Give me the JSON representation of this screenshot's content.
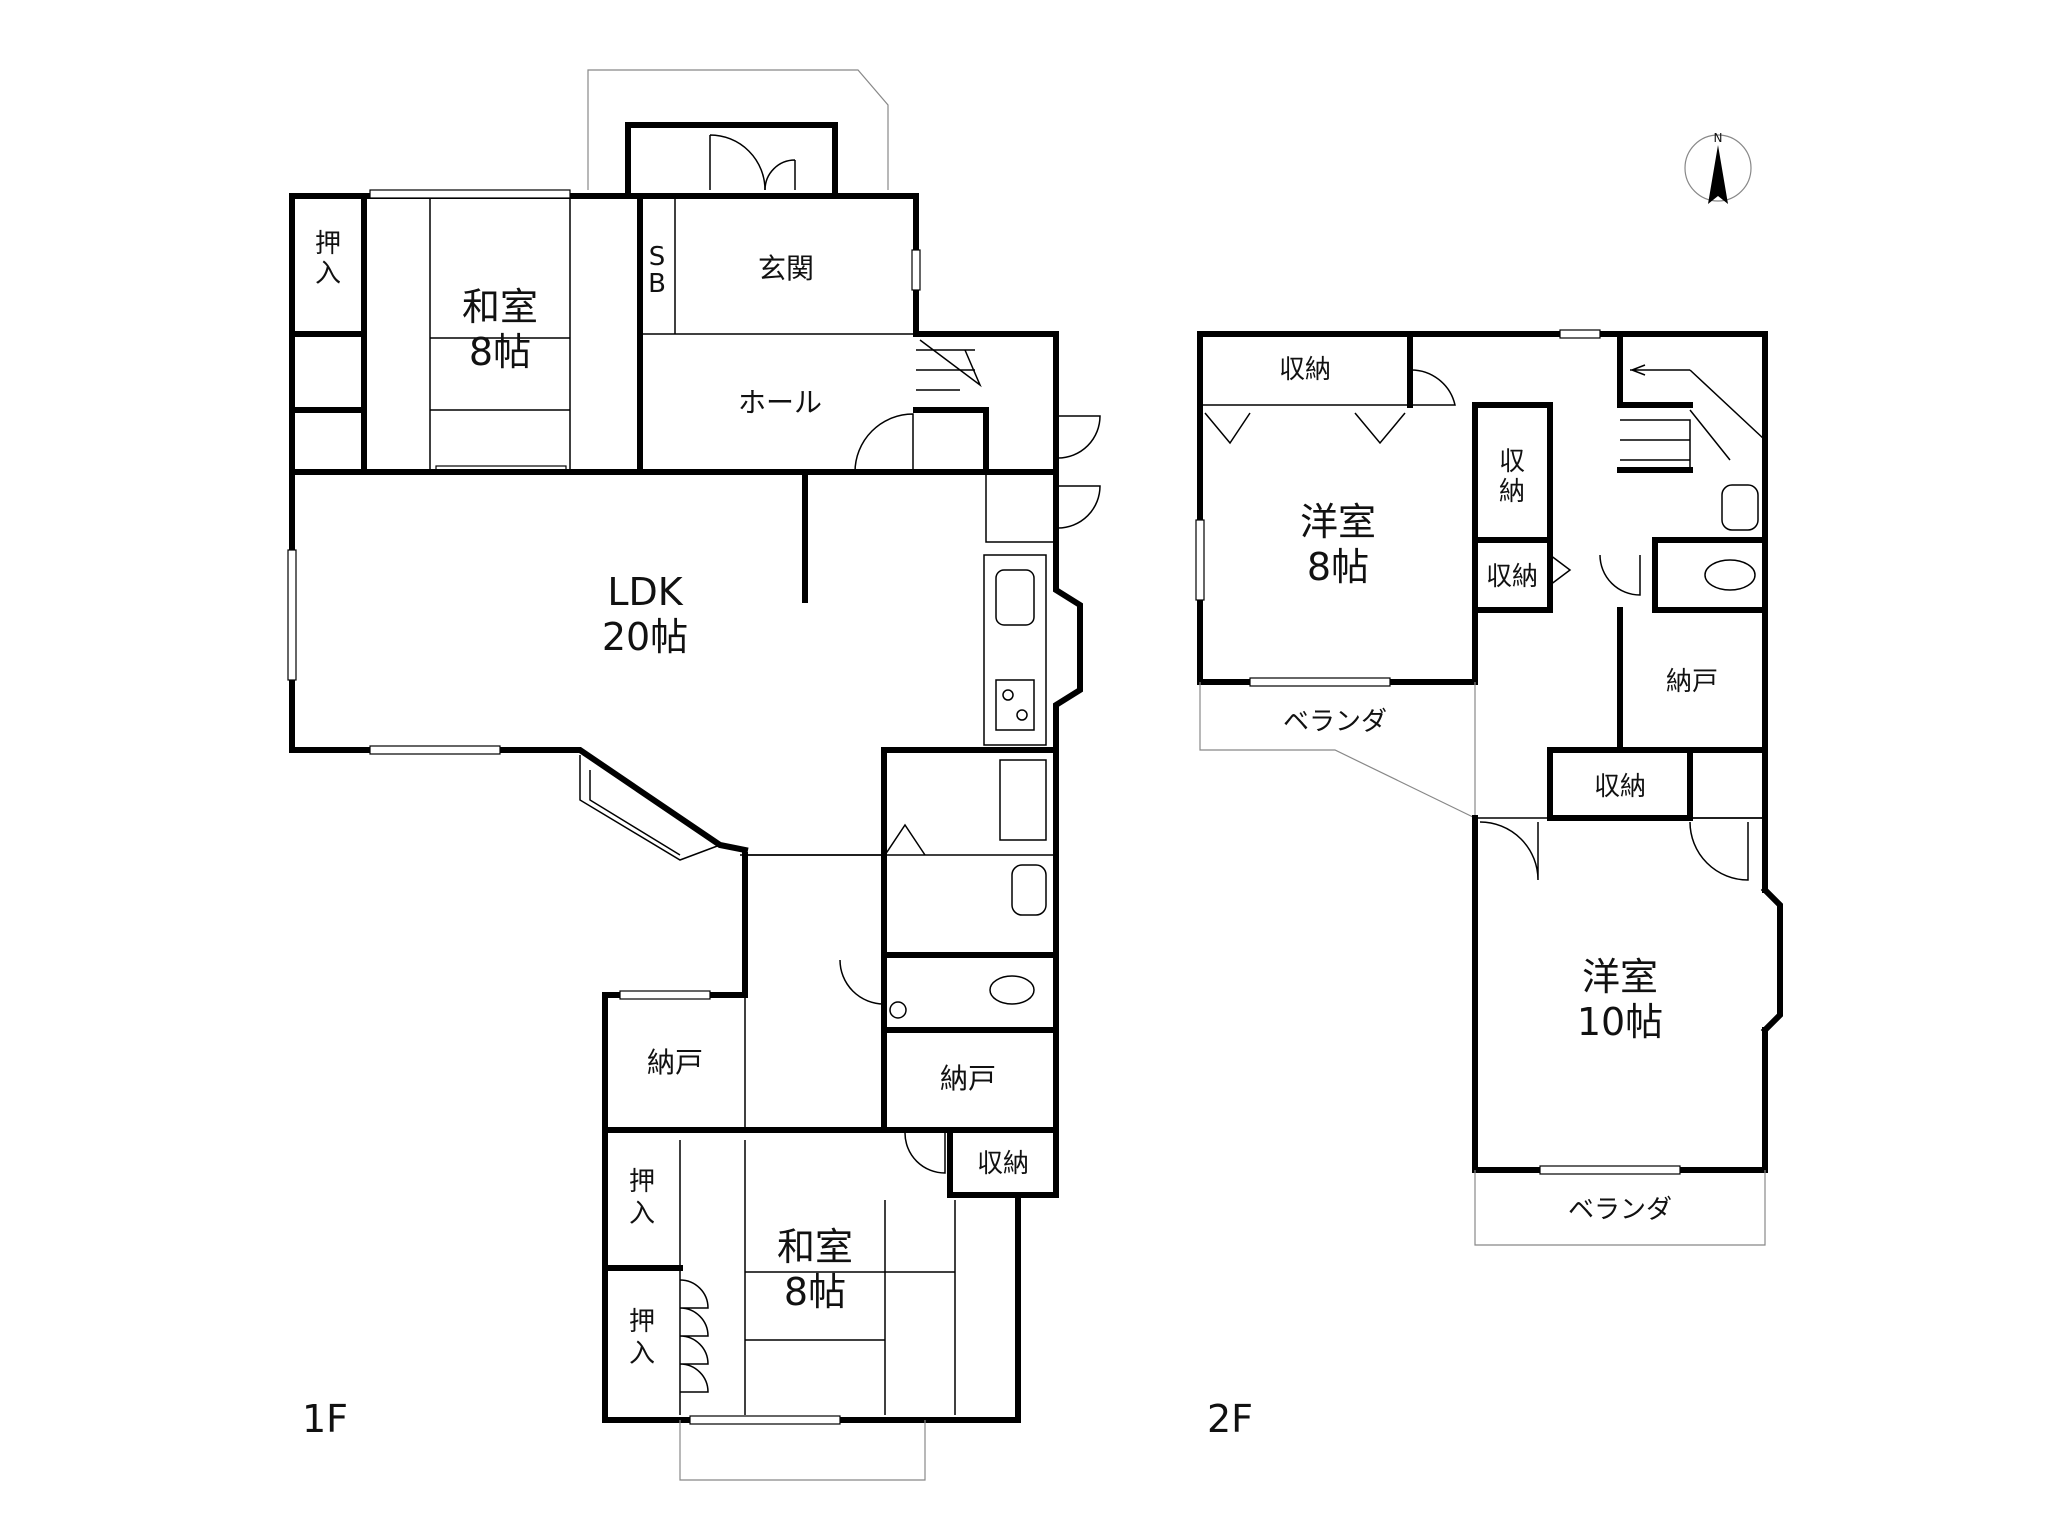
{
  "floors": {
    "first": {
      "label": "1F",
      "rooms": {
        "washitsu_n": {
          "name": "和室",
          "size": "8帖"
        },
        "genkan": "玄関",
        "sb": [
          "S",
          "B"
        ],
        "hall": "ホール",
        "oshiire_n": [
          "押",
          "入"
        ],
        "ldk": {
          "name": "LDK",
          "size": "20帖"
        },
        "nando_w": "納戸",
        "nando_e": "納戸",
        "shuno_s": "収納",
        "washitsu_s": {
          "name": "和室",
          "size": "8帖"
        },
        "oshiire_s1": [
          "押",
          "入"
        ],
        "oshiire_s2": [
          "押",
          "入"
        ]
      }
    },
    "second": {
      "label": "2F",
      "rooms": {
        "shuno_top": "収納",
        "youshitsu_8": {
          "name": "洋室",
          "size": "8帖"
        },
        "shuno_v": [
          "収",
          "納"
        ],
        "shuno_small": "収納",
        "nando": "納戸",
        "veranda_w": "ベランダ",
        "shuno_mid": "収納",
        "youshitsu_10": {
          "name": "洋室",
          "size": "10帖"
        },
        "veranda_s": "ベランダ"
      }
    }
  },
  "compass": {
    "label": "N"
  }
}
